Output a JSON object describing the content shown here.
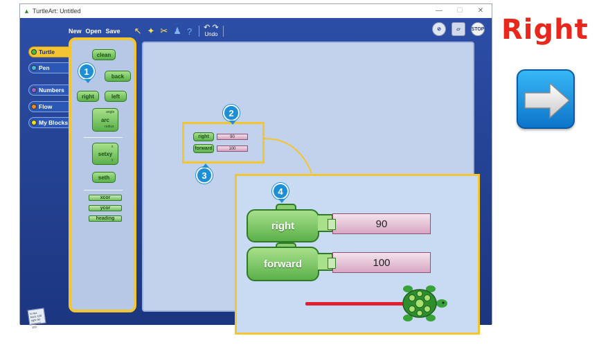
{
  "window": {
    "title": "TurtleArt: Untitled",
    "min_glyph": "—",
    "max_glyph": "☐",
    "close_glyph": "✕"
  },
  "toolbar": {
    "new_label": "New",
    "open_label": "Open",
    "save_label": "Save",
    "undo_label": "Undo",
    "stop_label": "STOP",
    "icons": [
      "pointer-icon",
      "magic-wand-icon",
      "scissors-icon",
      "stamp-icon",
      "help-icon",
      "undo-icon",
      "redo-icon",
      "clean-screen-icon",
      "eraser-icon",
      "stop-icon"
    ]
  },
  "sidebar": {
    "tabs": [
      {
        "label": "Turtle",
        "dot": "#40c040",
        "active": true
      },
      {
        "label": "Pen",
        "dot": "#40b8e0",
        "active": false
      },
      {
        "label": "Numbers",
        "dot": "#a060d0",
        "active": false
      },
      {
        "label": "Flow",
        "dot": "#f08a20",
        "active": false
      },
      {
        "label": "My Blocks",
        "dot": "#f0e020",
        "active": false
      }
    ]
  },
  "palette": {
    "clean": "clean",
    "back": "back",
    "right": "right",
    "left": "left",
    "arc": "arc",
    "arc_angle": "angle",
    "arc_radius": "radius",
    "setxy": "setxy",
    "setxy_x": "x",
    "setxy_y": "y",
    "seth": "seth",
    "xcor": "xcor",
    "ycor": "ycor",
    "heading": "heading"
  },
  "program": {
    "right_label": "right",
    "right_value": "90",
    "forward_label": "forward",
    "forward_value": "100"
  },
  "callouts": [
    "1",
    "2",
    "3",
    "4"
  ],
  "trash_text": "to tea back 100 right 90 forward 100",
  "side_title": "Right",
  "colors": {
    "window_blue": "#1f3c8a",
    "highlight_yellow": "#f3c52e",
    "title_red": "#e8281c",
    "marker_blue": "#1d8fd8",
    "block_green": "#5bb04a",
    "value_pink": "#d7a3c0"
  }
}
